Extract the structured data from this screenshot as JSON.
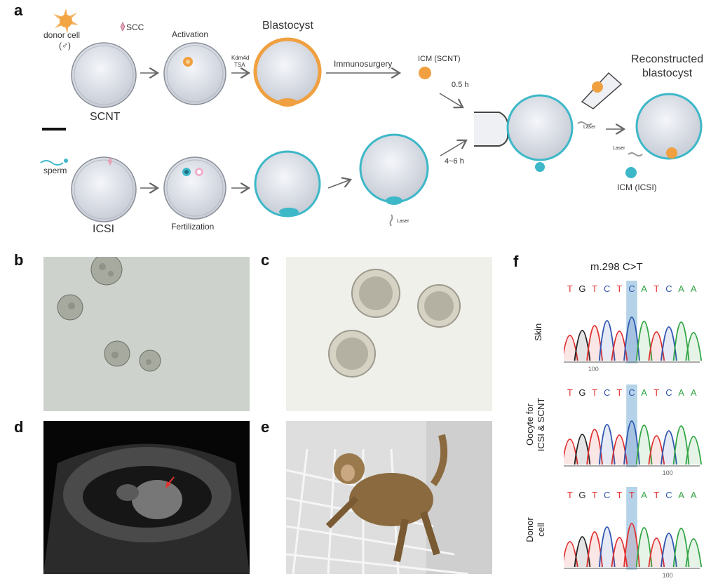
{
  "panels": {
    "a": "a",
    "b": "b",
    "c": "c",
    "d": "d",
    "e": "e",
    "f": "f"
  },
  "schematic": {
    "donor_cell": "donor cell",
    "donor_sex": "(♂)",
    "scc": "SCC",
    "activation": "Activation",
    "kdm4d": "Kdm4d",
    "tsa": "TSA",
    "blastocyst": "Blastocyst",
    "immunosurgery": "Immunosurgery",
    "icm_scnt": "ICM (SCNT)",
    "time_short": "0.5 h",
    "reconstructed_line1": "Reconstructed",
    "reconstructed_line2": "blastocyst",
    "scnt": "SCNT",
    "laser1": "Laser",
    "laser2": "Laser",
    "laser3": "Laser",
    "sperm": "sperm",
    "icsi": "ICSI",
    "fertilization": "Fertilization",
    "time_long": "4~6 h",
    "icm_icsi": "ICM (ICSI)"
  },
  "sequencing": {
    "title": "m.298 C>T",
    "rows": [
      {
        "label_line1": "Skin",
        "label_line2": "",
        "bases": [
          "T",
          "G",
          "T",
          "C",
          "T",
          "C",
          "A",
          "T",
          "C",
          "A",
          "A"
        ],
        "tick": "100"
      },
      {
        "label_line1": "Oocyte for",
        "label_line2": "ICSI & SCNT",
        "bases": [
          "T",
          "G",
          "T",
          "C",
          "T",
          "C",
          "A",
          "T",
          "C",
          "A",
          "A"
        ],
        "tick": "100"
      },
      {
        "label_line1": "Donor",
        "label_line2": "cell",
        "bases": [
          "T",
          "G",
          "T",
          "C",
          "T",
          "T",
          "A",
          "T",
          "C",
          "A",
          "A"
        ],
        "tick": "100"
      }
    ]
  },
  "colors": {
    "scnt_orange": "#f0a040",
    "icsi_teal": "#3db8c8",
    "base_T": "#e0312f",
    "base_G": "#222222",
    "base_C": "#2f56b0",
    "base_A": "#33a544",
    "highlight": "#9cc4e0"
  }
}
